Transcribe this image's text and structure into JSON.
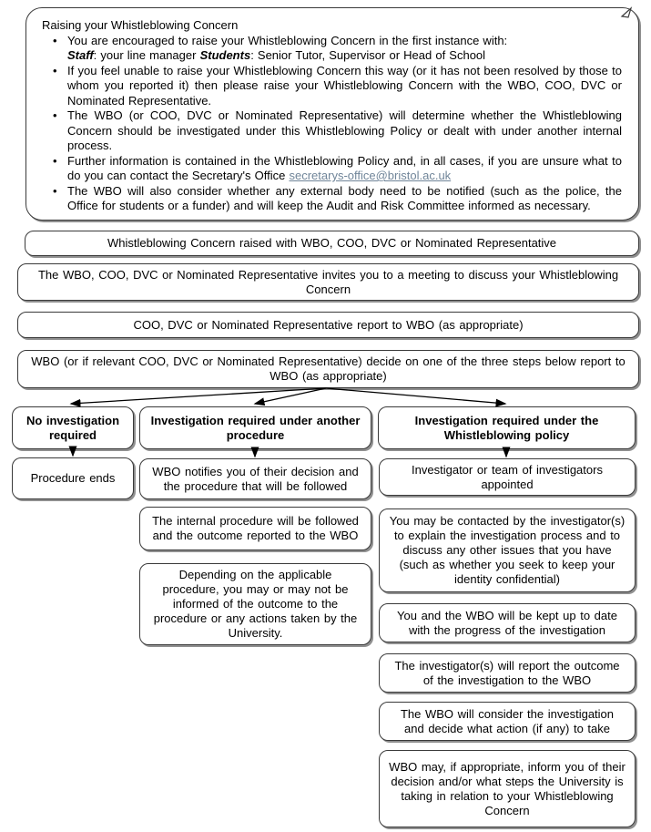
{
  "colors": {
    "border": "#3a3a3a",
    "shadow": "#8f8f8f",
    "link": "#708599",
    "text": "#000000",
    "background": "#ffffff"
  },
  "intro": {
    "title": "Raising your Whistleblowing Concern",
    "bullets": [
      [
        {
          "t": "You are encouraged to raise your Whistleblowing Concern in the first instance with:",
          "s": ""
        },
        {
          "t": "",
          "s": "br"
        },
        {
          "t": "Staff",
          "s": "bi"
        },
        {
          "t": ": your line manager ",
          "s": ""
        },
        {
          "t": "Students",
          "s": "bi"
        },
        {
          "t": ": Senior Tutor, Supervisor or Head of School",
          "s": ""
        }
      ],
      [
        {
          "t": "If you feel unable to raise your Whistleblowing Concern this way (or it has not been resolved by those to whom you reported it) then please raise your Whistleblowing Concern with the WBO, COO, DVC or Nominated Representative.",
          "s": ""
        }
      ],
      [
        {
          "t": "The WBO (or COO, DVC or Nominated Representative) will determine whether the Whistleblowing Concern should be investigated under this Whistleblowing Policy or dealt with under another internal process.",
          "s": ""
        }
      ],
      [
        {
          "t": "Further information is contained in the Whistleblowing Policy and, in all cases, if you are unsure what to do you can contact the Secretary's Office ",
          "s": ""
        },
        {
          "t": "secretarys-office@bristol.ac.uk",
          "s": "link"
        }
      ],
      [
        {
          "t": "The WBO will also consider whether any external body need to be notified (such as the police, the Office for students or a funder) and will keep the Audit and Risk Committee informed as necessary.",
          "s": ""
        }
      ]
    ]
  },
  "flow": {
    "rows": [
      "Whistleblowing Concern raised with WBO, COO, DVC or Nominated Representative",
      "The WBO, COO, DVC or Nominated Representative invites you to a meeting to discuss your Whistleblowing Concern",
      "COO, DVC or Nominated Representative report to WBO (as appropriate)",
      "WBO (or if relevant COO, DVC or Nominated Representative) decide on one of the three steps below report to WBO (as appropriate)"
    ]
  },
  "branches": [
    {
      "header": "No investigation required",
      "boxes": [
        "Procedure ends"
      ]
    },
    {
      "header": "Investigation required under another procedure",
      "boxes": [
        "WBO notifies you of their decision and the procedure that will be followed",
        "The internal procedure will be followed and the outcome reported to the WBO",
        "Depending on the applicable procedure, you may or may not be informed of the outcome to the procedure or any actions taken by the University."
      ]
    },
    {
      "header": "Investigation required under the Whistleblowing policy",
      "boxes": [
        "Investigator or team of investigators appointed",
        "You may be contacted by the investigator(s) to explain the investigation process and to discuss any other issues that you have (such as whether you seek to keep your identity confidential)",
        "You and the WBO will be kept up to date with the progress of the investigation",
        "The investigator(s) will report the outcome of the investigation to the WBO",
        "The WBO will consider the investigation and decide what action (if any) to take",
        "WBO may, if appropriate, inform you of their decision and/or what steps the University is taking in relation to your Whistleblowing Concern"
      ]
    }
  ]
}
